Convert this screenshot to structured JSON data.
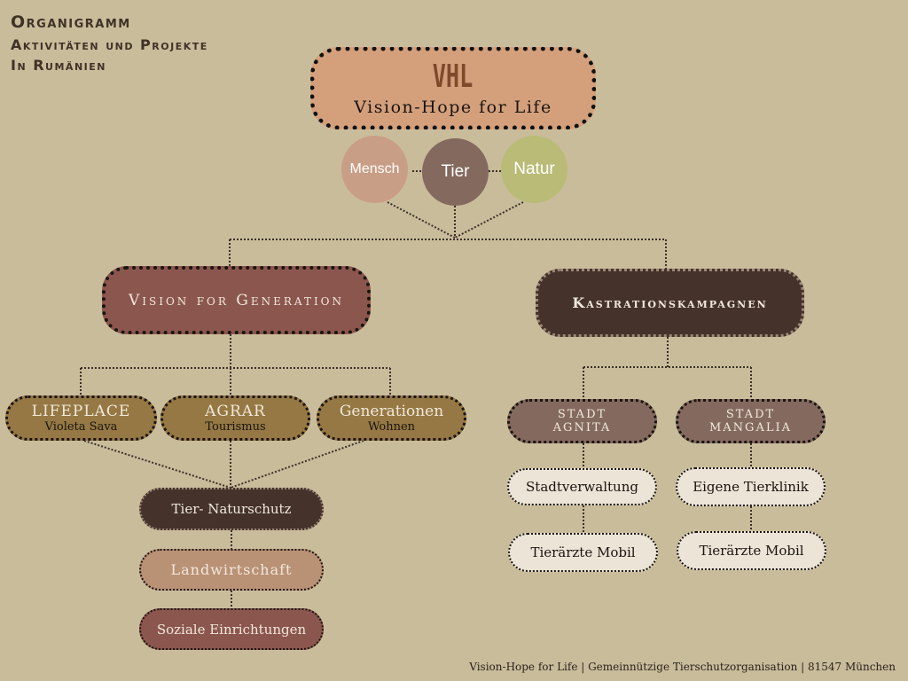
{
  "header": {
    "title": "Organigramm",
    "subtitle1": "Aktivitäten und Projekte",
    "subtitle2": "In Rumänien"
  },
  "root": {
    "abbr": "VHL",
    "name": "Vision-Hope for Life"
  },
  "values": [
    "Mensch",
    "Tier",
    "Natur"
  ],
  "left": {
    "title": "Vision for Generation",
    "projects": [
      {
        "title": "LIFEPLACE",
        "sub": "Violeta Sava"
      },
      {
        "title": "AGRAR",
        "sub": "Tourismus"
      },
      {
        "title": "Generationen",
        "sub": "Wohnen"
      }
    ],
    "chain": [
      "Tier- Naturschutz",
      "Landwirtschaft",
      "Soziale Einrichtungen"
    ]
  },
  "right": {
    "title": "Kastrationskampagnen",
    "cities": [
      {
        "title": "Stadt Agnita",
        "items": [
          "Stadtverwaltung",
          "Tierärzte Mobil"
        ]
      },
      {
        "title": "Stadt Mangalia",
        "items": [
          "Eigene Tierklinik",
          "Tierärzte Mobil"
        ]
      }
    ]
  },
  "footer": "Vision-Hope for Life | Gemeinnützige Tierschutzorganisation | 81547 München",
  "colors": {
    "background": "#c9bc9b",
    "root": "#d4a07c",
    "mensch": "#c99e86",
    "tier": "#846a5e",
    "natur": "#b9bb77",
    "vfg": "#8b564d",
    "kastration": "#45332b",
    "project": "#957843",
    "city": "#846a5e",
    "landwirtschaft": "#b99175"
  }
}
